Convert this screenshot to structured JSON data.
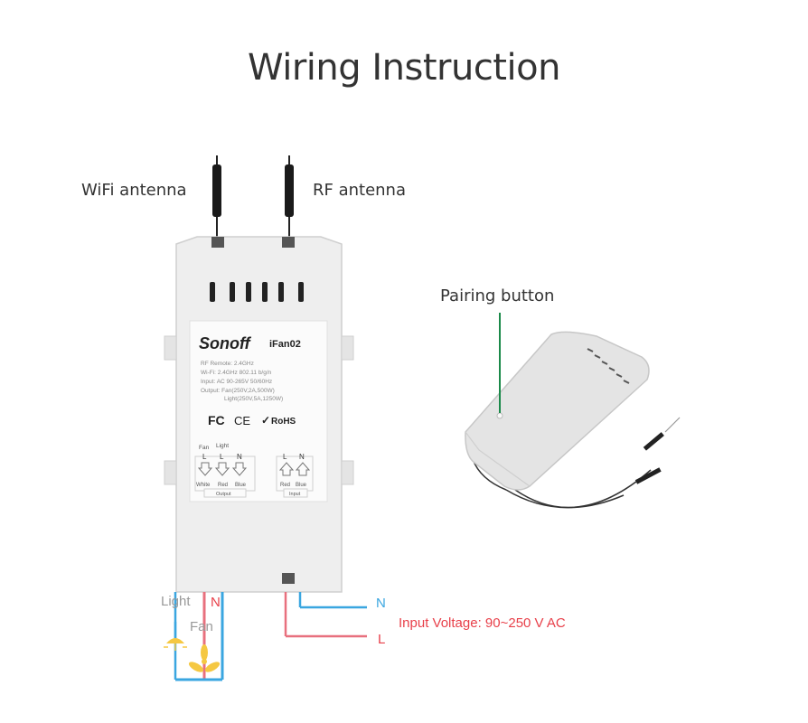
{
  "title": "Wiring Instruction",
  "labels": {
    "wifi_antenna": "WiFi antenna",
    "rf_antenna": "RF antenna",
    "pairing_button": "Pairing button",
    "light": "Light",
    "n_left": "N",
    "fan": "Fan",
    "n_right": "N",
    "l_right": "L",
    "input_voltage": "Input Voltage: 90~250 V AC"
  },
  "device": {
    "brand": "Sonoff",
    "model": "iFan02",
    "specs": [
      "RF Remote: 2.4GHz",
      "Wi-Fi: 2.4GHz  802.11 b/g/n",
      "Input: AC 90-265V  50/60Hz",
      "Output: Fan(250V,2A,500W)",
      "Light(250V,5A,1250W)"
    ],
    "certs": [
      "FC",
      "CE",
      "RoHS"
    ],
    "output_terminal": {
      "group_labels": [
        "Fan",
        "Light"
      ],
      "pins": [
        "L",
        "L",
        "N"
      ],
      "colors": [
        "White",
        "Red",
        "Blue"
      ],
      "caption": "Output"
    },
    "input_terminal": {
      "pins": [
        "L",
        "N"
      ],
      "colors": [
        "Red",
        "Blue"
      ],
      "caption": "Input"
    }
  },
  "colors": {
    "live_wire": "#e8707e",
    "neutral_wire": "#3aa6e0",
    "input_voltage_text": "#e8404a",
    "pairing_line": "#1b8a4a"
  }
}
